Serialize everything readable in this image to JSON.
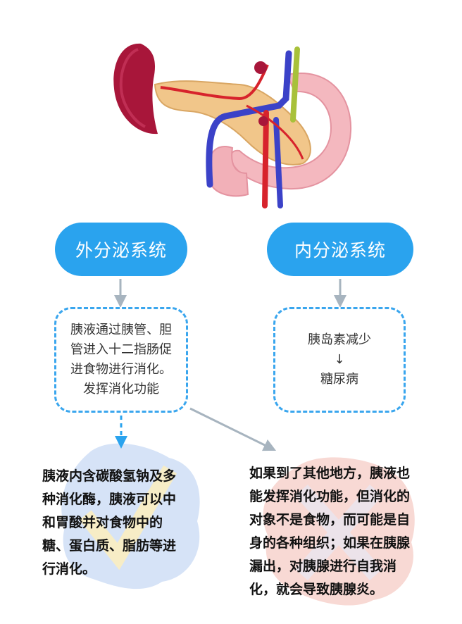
{
  "illustration": {
    "label": "pancreas-illustration"
  },
  "exocrine": {
    "title": "外分泌系统",
    "desc_lines": [
      "胰液通过胰管、胆",
      "管进入十二指肠促",
      "进食物进行消化。",
      "发挥消化功能"
    ],
    "note_lines": [
      "胰液内含碳酸氢钠及多",
      "种消化酶，胰液可以中",
      "和胃酸并对食物中的",
      "糖、蛋白质、脂肪等进",
      "行消化。"
    ]
  },
  "endocrine": {
    "title": "内分泌系统",
    "desc_lines": [
      "胰岛素减少",
      "↓",
      "糖尿病"
    ]
  },
  "warning": {
    "note_lines": [
      "如果到了其他地方，胰液也",
      "能发挥消化功能，但消化的",
      "对象不是食物，而可能是自",
      "身的各种组织；如果在胰腺",
      "漏出，对胰腺进行自我消",
      "化，就会导致胰腺炎。"
    ]
  },
  "colors": {
    "pill": "#2aa3ee",
    "dashed_border": "#3aa6ee",
    "check_blob": "#d6e3f7",
    "check_mark": "#f7edc6",
    "cross_blob": "#f8d9d4",
    "cross_mark": "#ece3ea",
    "arrow_grey": "#a7b4bf"
  }
}
